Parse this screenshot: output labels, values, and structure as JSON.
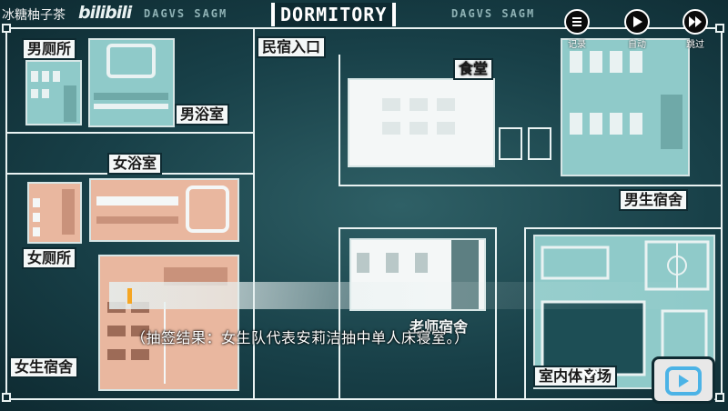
{
  "header": {
    "uploader": "冰糖柚子茶",
    "platform_logo": "bilibili",
    "title": "DORMITORY",
    "deco_left": "DAGVS SAGM",
    "deco_right": "DAGVS SAGM"
  },
  "hud": {
    "log_label": "记录",
    "auto_label": "自动",
    "skip_label": "跳过"
  },
  "map": {
    "entrance": "民宿入口",
    "cafeteria": "食堂",
    "male_toilet": "男厕所",
    "male_bath": "男浴室",
    "female_bath": "女浴室",
    "female_toilet": "女厕所",
    "male_dorm": "男生宿舍",
    "female_dorm": "女生宿舍",
    "teacher_dorm": "老师宿舍",
    "gym": "室内体育场"
  },
  "dialog": {
    "text": "（抽签结果：女生队代表安莉洁抽中单人床寝室。）"
  },
  "colors": {
    "bg": "#184048",
    "wall": "#e9f2f2",
    "teal_room": "#8fcac9",
    "peach_room": "#e9b79f",
    "white_room": "#f4f7f7",
    "cursor": "#f5a623"
  },
  "icons": {
    "log": "list-icon",
    "auto": "play-icon",
    "skip": "fast-forward-icon",
    "next": "chevron-down-icon",
    "watermark": "tv-logo-icon"
  }
}
